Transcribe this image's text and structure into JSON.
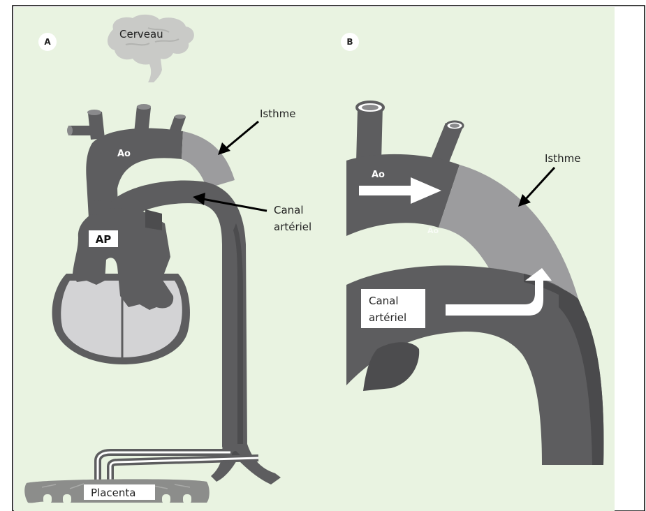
{
  "panel_a": {
    "letter": "A",
    "labels": {
      "brain": "Cerveau",
      "aorta": "Ao",
      "isthmus": "Isthme",
      "ductus_line1": "Canal",
      "ductus_line2": "artériel",
      "pulmonary_artery": "AP",
      "placenta": "Placenta"
    }
  },
  "panel_b": {
    "letter": "B",
    "labels": {
      "aorta": "Ao",
      "aorta_faint": "Ao",
      "isthmus": "Isthme",
      "ductus_line1": "Canal",
      "ductus_line2": "artériel"
    }
  },
  "colors": {
    "background": "#e9f3e1",
    "vessel_dark": "#5d5d5f",
    "vessel_light": "#9c9c9e",
    "heart_light": "#d3d3d5",
    "outline": "#000000"
  }
}
